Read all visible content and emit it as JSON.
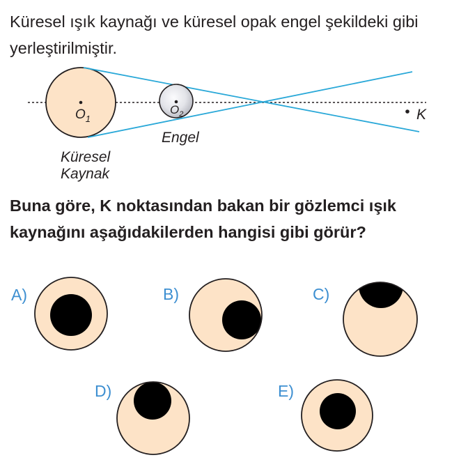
{
  "intro_text": "Küresel ışık kaynağı ve küresel opak engel şekildeki gibi yerleştirilmiştir.",
  "question_text": "Buna göre, K noktasından bakan bir gözlemci ışık kaynağını aşağıdakilerden hangisi gibi görür?",
  "diagram": {
    "source_center_label": "O",
    "source_center_sub": "1",
    "obstacle_center_label": "O",
    "obstacle_center_sub": "2",
    "obstacle_label": "Engel",
    "source_label_line1": "Küresel",
    "source_label_line2": "Kaynak",
    "point_label": "K"
  },
  "options": [
    {
      "label": "A)"
    },
    {
      "label": "B)"
    },
    {
      "label": "C)"
    },
    {
      "label": "D)"
    },
    {
      "label": "E)"
    }
  ],
  "colors": {
    "source_fill": "#fde3c7",
    "obstacle_fill": "#dcdde3",
    "ray": "#29a8d8",
    "option_label": "#3d8fd1",
    "shadow": "#000000"
  }
}
